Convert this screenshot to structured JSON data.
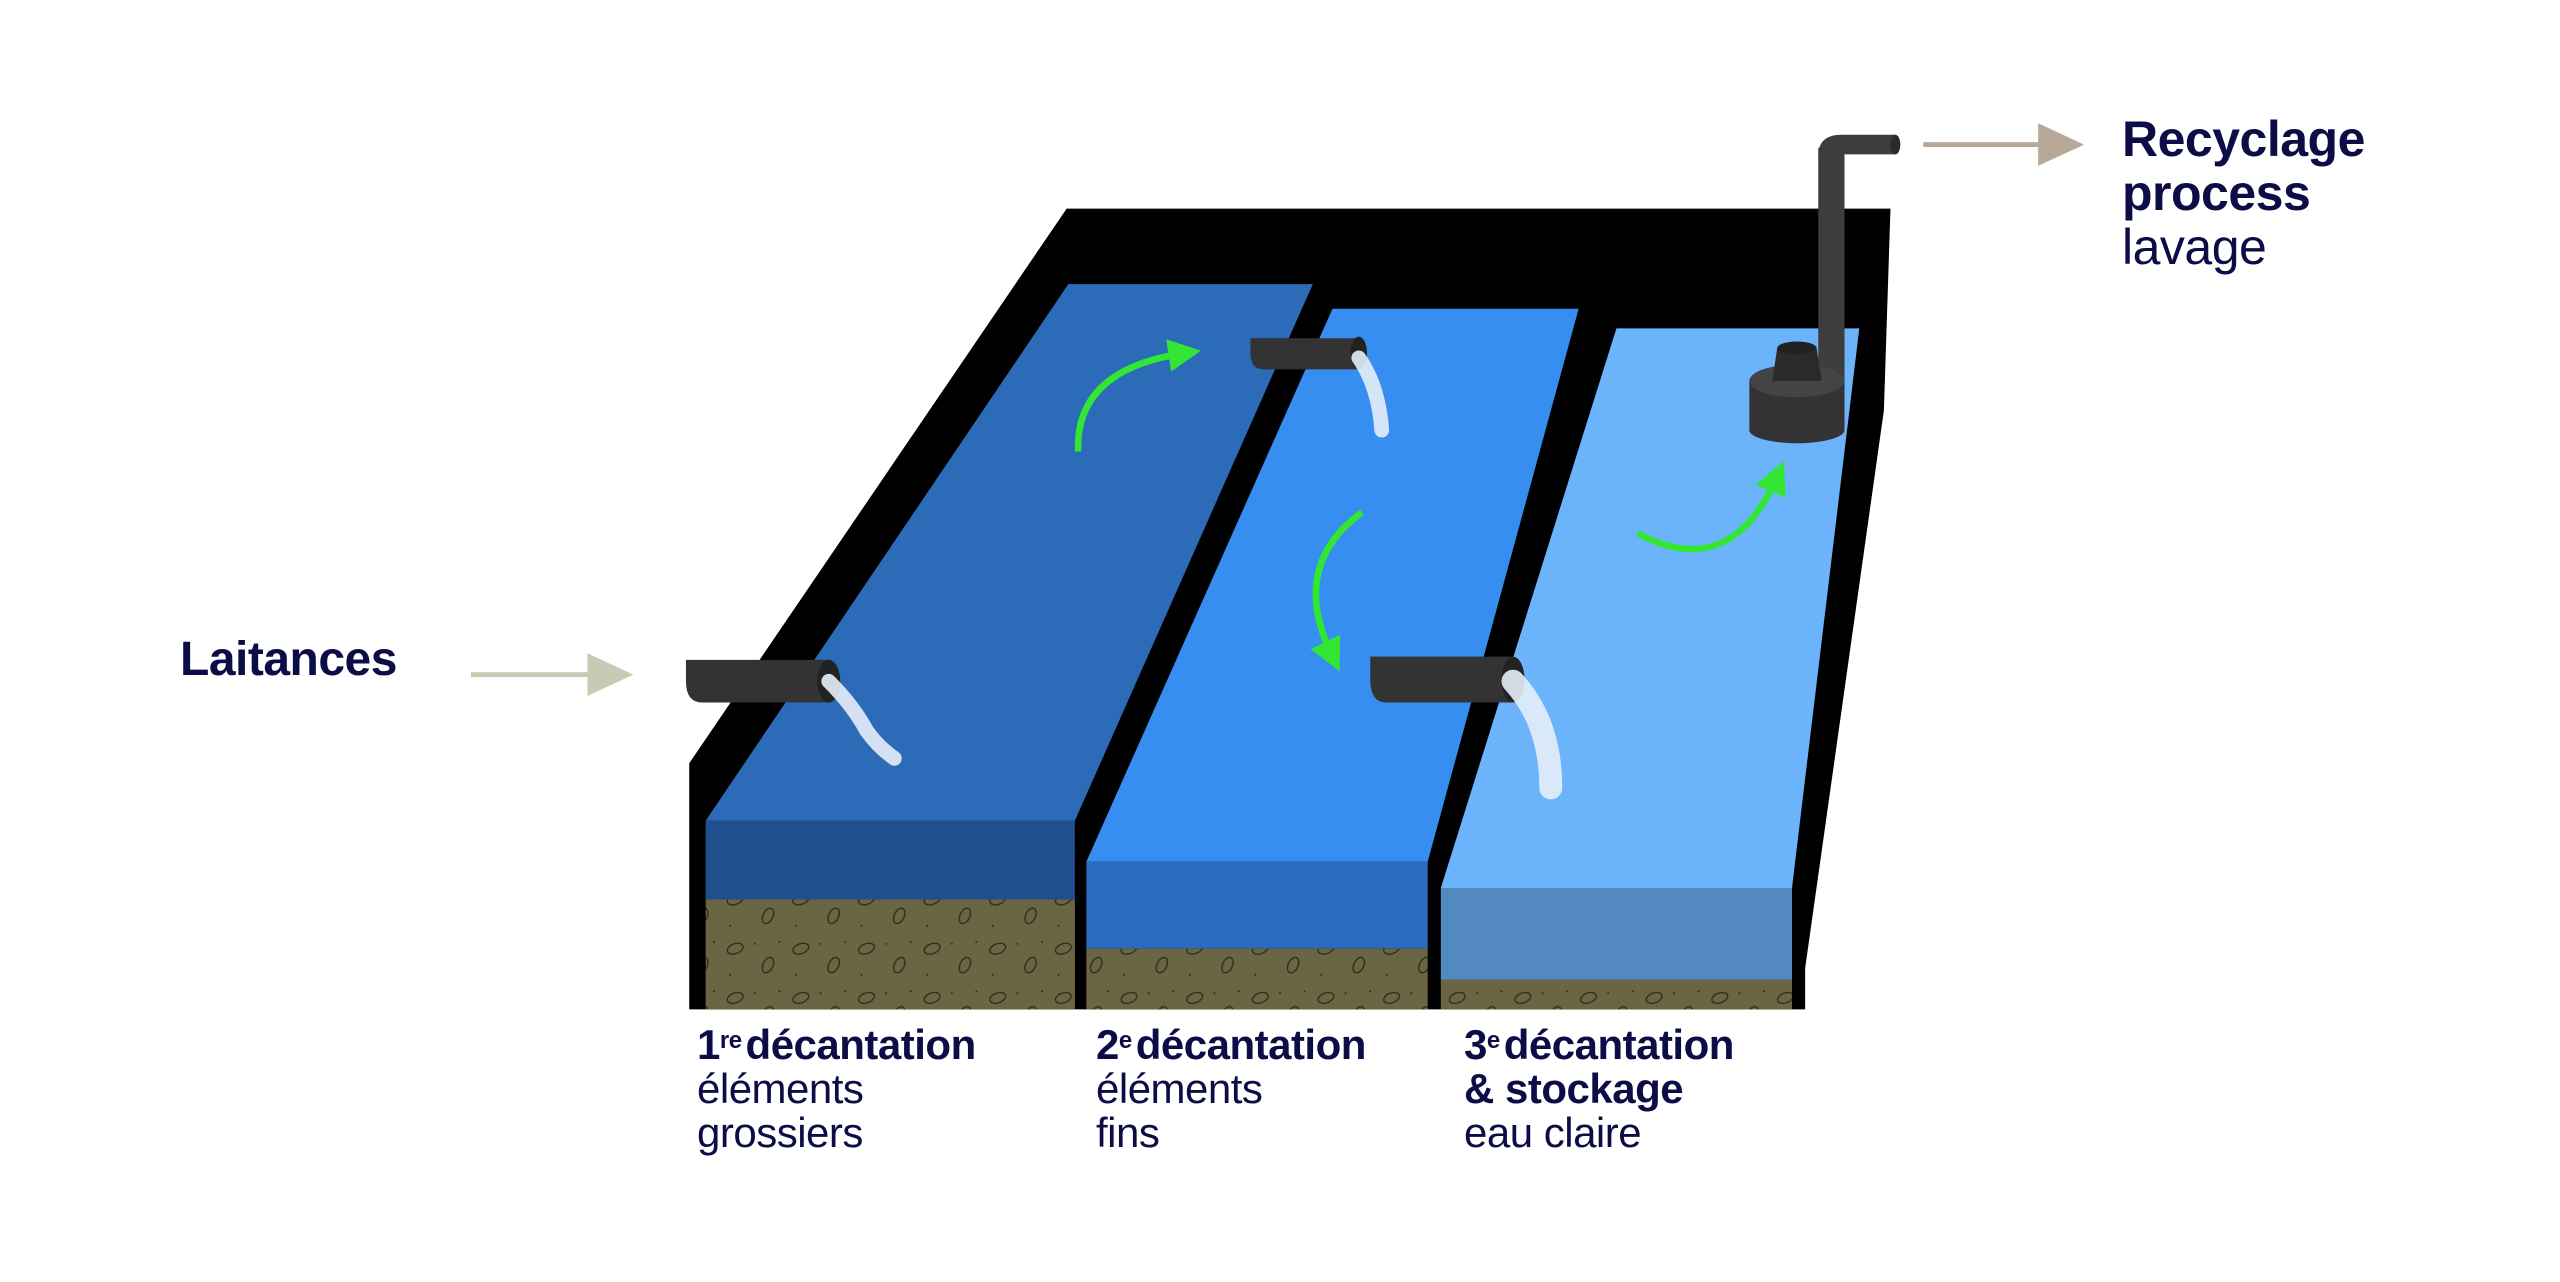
{
  "input": {
    "label": "Laitances"
  },
  "output": {
    "line1": "Recyclage",
    "line2": "process",
    "line3": "lavage"
  },
  "stages": [
    {
      "number": "1",
      "suffix": "re",
      "title": "décantation",
      "line2": "éléments",
      "line3": "grossiers"
    },
    {
      "number": "2",
      "suffix": "e",
      "title": "décantation",
      "line2": "éléments",
      "line3": "fins"
    },
    {
      "number": "3",
      "suffix": "e",
      "title": "décantation",
      "line2": "& stockage",
      "line3": "eau claire"
    }
  ],
  "colors": {
    "text": "#0c0c46",
    "tank1_water": "#2b6bb8",
    "tank2_water": "#368ef0",
    "tank3_water": "#6bb3fa",
    "sediment": "#6b6543",
    "flow_arrow": "#33e633",
    "input_arrow": "#c8cbb3",
    "output_arrow": "#b8a898"
  }
}
